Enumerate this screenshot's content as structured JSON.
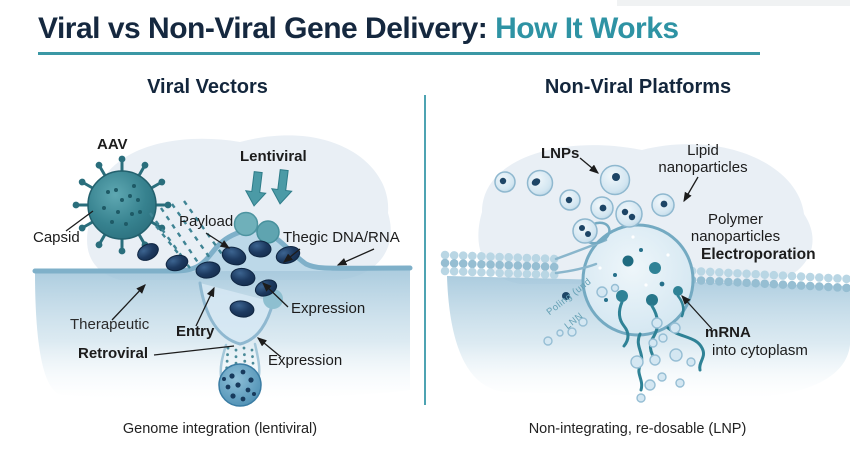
{
  "title": {
    "main": "Viral vs Non-Viral Gene Delivery: ",
    "accent": "How It Works"
  },
  "accent_color": "#2e93a4",
  "left": {
    "title": "Viral Vectors",
    "labels": {
      "aav": "AAV",
      "capsid": "Capsid",
      "lentiviral": "Lentiviral",
      "payload": "Payload",
      "dna_rna": "Thegic DNA/RNA",
      "expression_upper": "Expression",
      "entry": "Entry",
      "therapeutic": "Therapeutic",
      "retroviral": "Retroviral",
      "expression_lower": "Expression"
    },
    "caption": "Genome integration (lentiviral)"
  },
  "right": {
    "title": "Non-Viral Platforms",
    "labels": {
      "lnps": "LNPs",
      "lipid_line1": "Lipid",
      "lipid_line2": "nanoparticles",
      "polymer_line1": "Polymer",
      "polymer_line2": "nanoparticles",
      "electroporation": "Electroporation",
      "mrna_line1": "mRNA",
      "mrna_line2": "into cytoplasm",
      "membrane_text1": "Poling (und",
      "membrane_text2": "LNN"
    },
    "caption": "Non-integrating, re-dosable (LNP)"
  }
}
